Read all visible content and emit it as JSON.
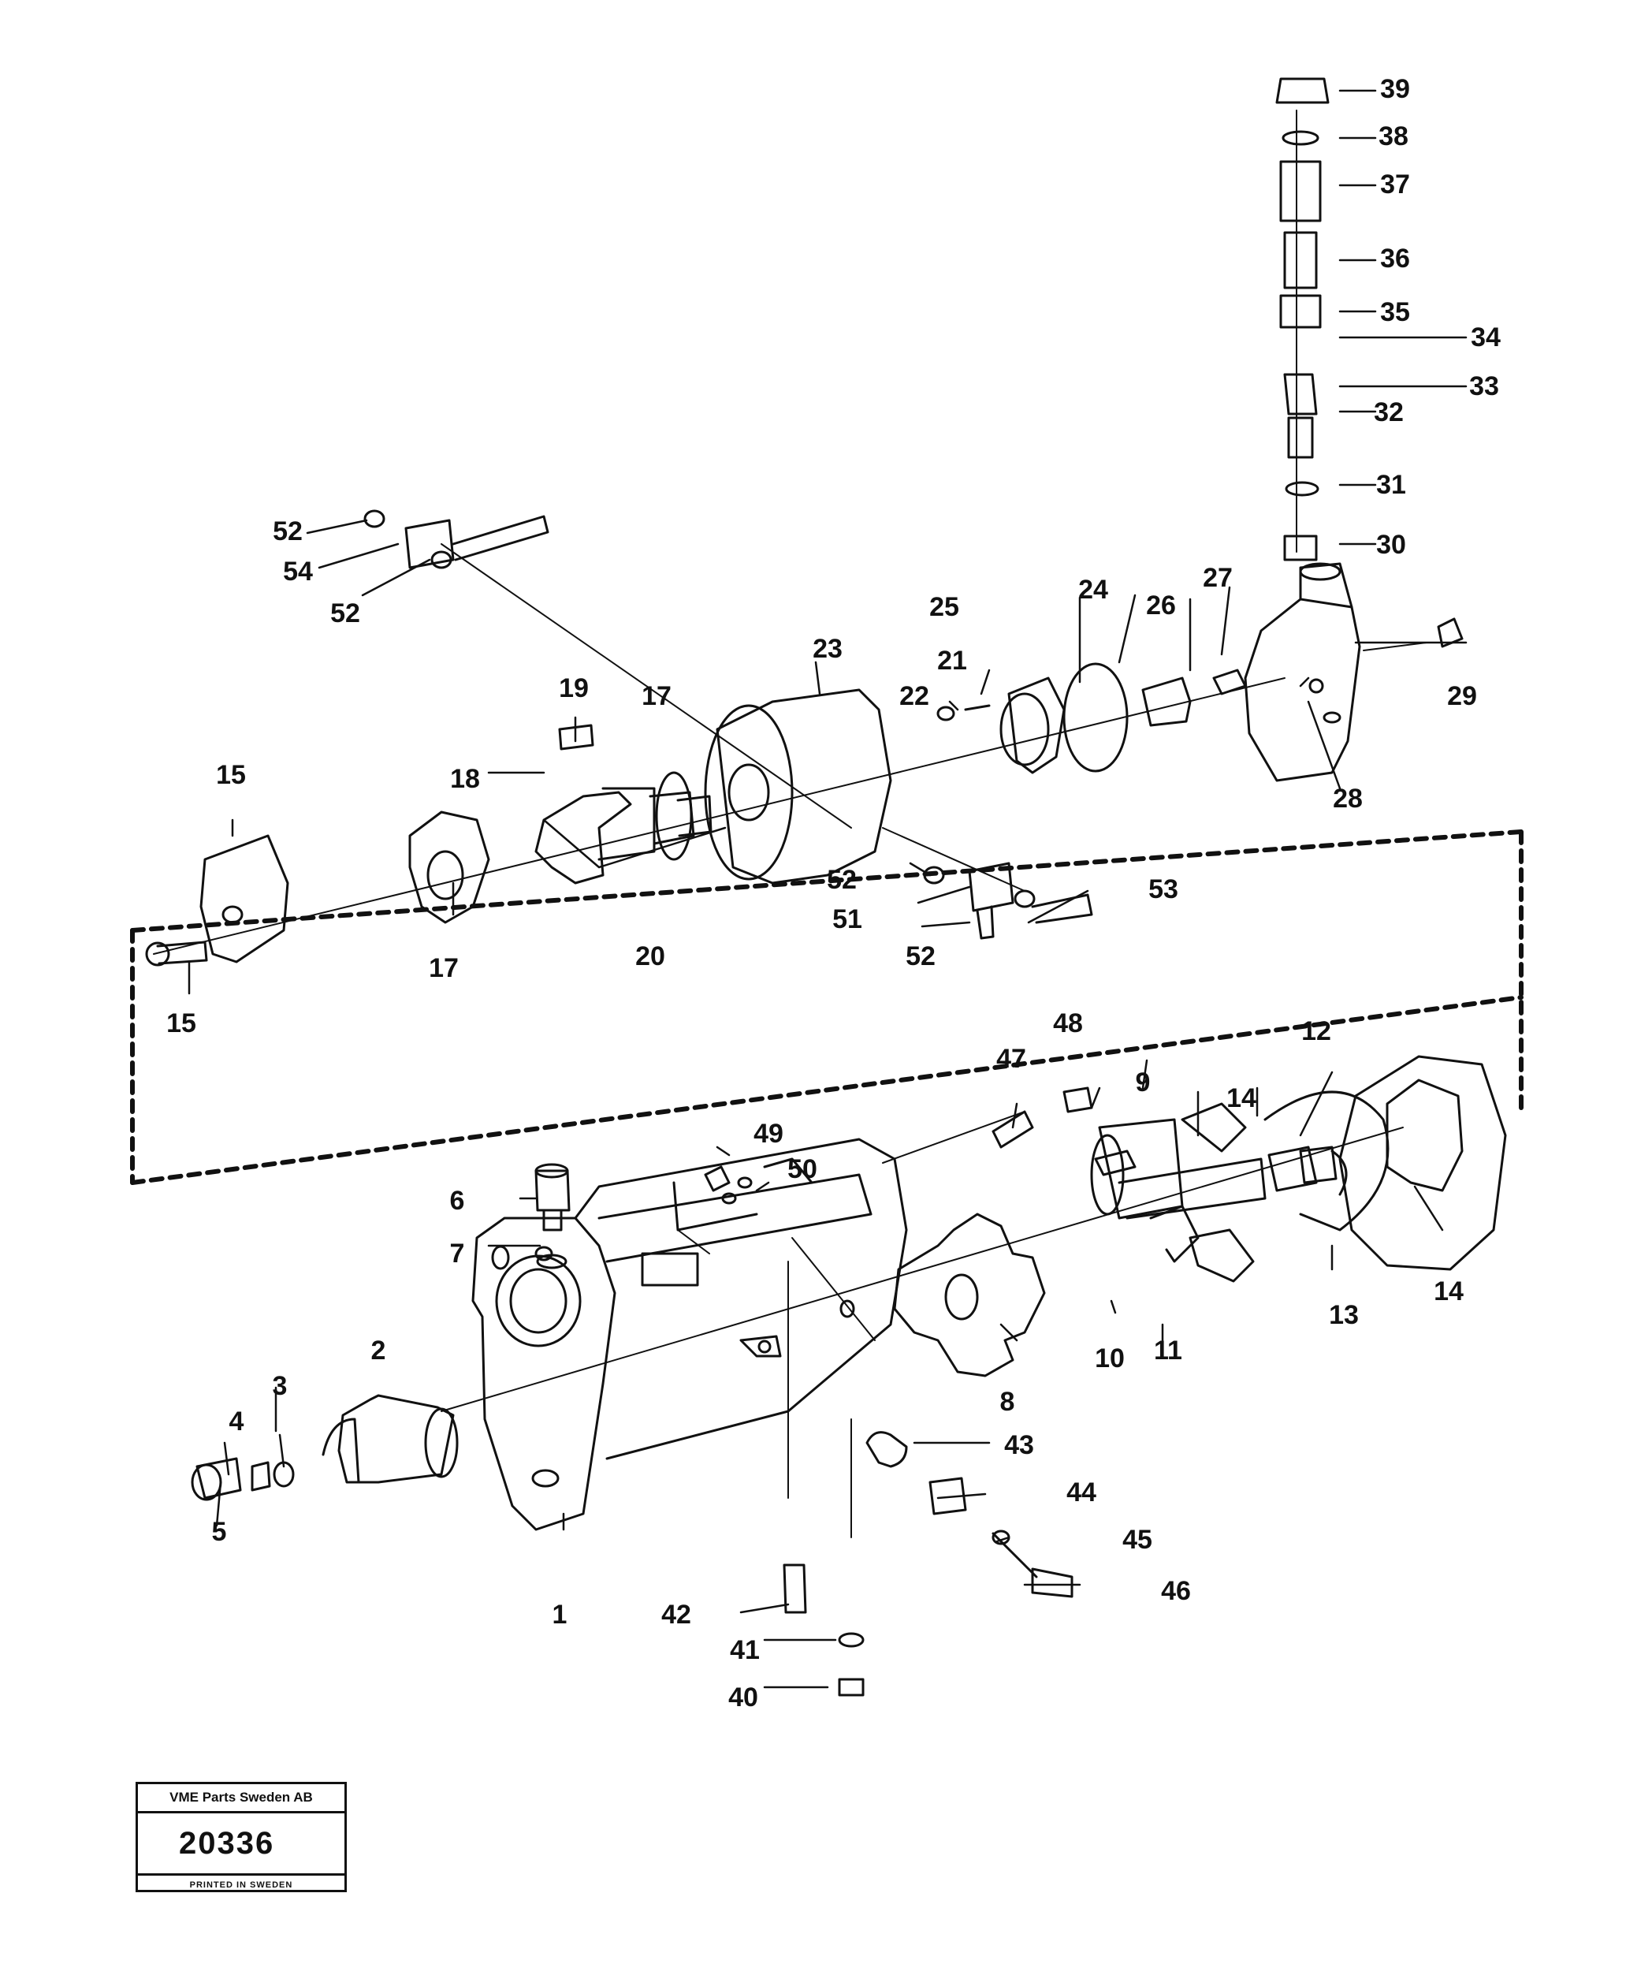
{
  "stamp": {
    "company": "VME Parts Sweden AB",
    "drawing_number": "20336",
    "printed": "PRINTED IN SWEDEN"
  },
  "labels": [
    "1",
    "2",
    "3",
    "4",
    "5",
    "6",
    "7",
    "8",
    "9",
    "10",
    "11",
    "12",
    "13",
    "14",
    "14",
    "15",
    "15",
    "17",
    "17",
    "18",
    "19",
    "20",
    "21",
    "22",
    "23",
    "24",
    "25",
    "26",
    "27",
    "28",
    "29",
    "30",
    "31",
    "32",
    "33",
    "34",
    "35",
    "36",
    "37",
    "38",
    "39",
    "40",
    "41",
    "42",
    "43",
    "44",
    "45",
    "46",
    "47",
    "48",
    "49",
    "50",
    "51",
    "52",
    "52",
    "52",
    "52",
    "53",
    "54"
  ]
}
